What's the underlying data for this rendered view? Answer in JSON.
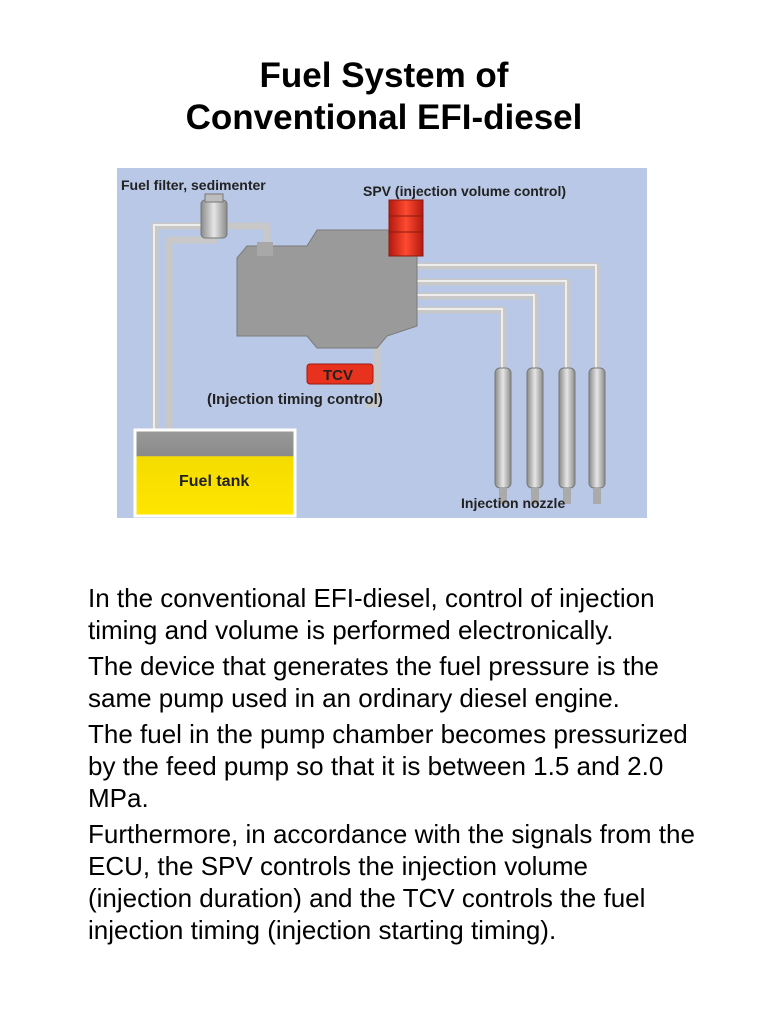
{
  "title": {
    "line1": "Fuel System of",
    "line2": "Conventional EFI-diesel"
  },
  "diagram": {
    "labels": {
      "filter": "Fuel filter, sedimenter",
      "spv": "SPV (injection volume control)",
      "tcv": "TCV",
      "tcv_desc": "(Injection timing control)",
      "tank": "Fuel tank",
      "nozzle": "Injection nozzle"
    },
    "colors": {
      "background": "#b9c8e6",
      "pipe": "#c8c8c8",
      "pump": "#9a9a9a",
      "spv": "#e8321e",
      "tcv": "#e8321e",
      "fuel": "#ffe600"
    }
  },
  "paragraphs": [
    "In the conventional EFI-diesel, control of injection timing and volume is performed electronically.",
    "The device that generates the fuel pressure is the same pump used in an ordinary diesel engine.",
    "The fuel in the pump chamber becomes pressurized by the feed pump so that it is between 1.5 and 2.0 MPa.",
    "Furthermore, in accordance with the signals from the ECU, the SPV controls the injection volume (injection duration) and the TCV controls the fuel injection timing (injection starting timing)."
  ]
}
